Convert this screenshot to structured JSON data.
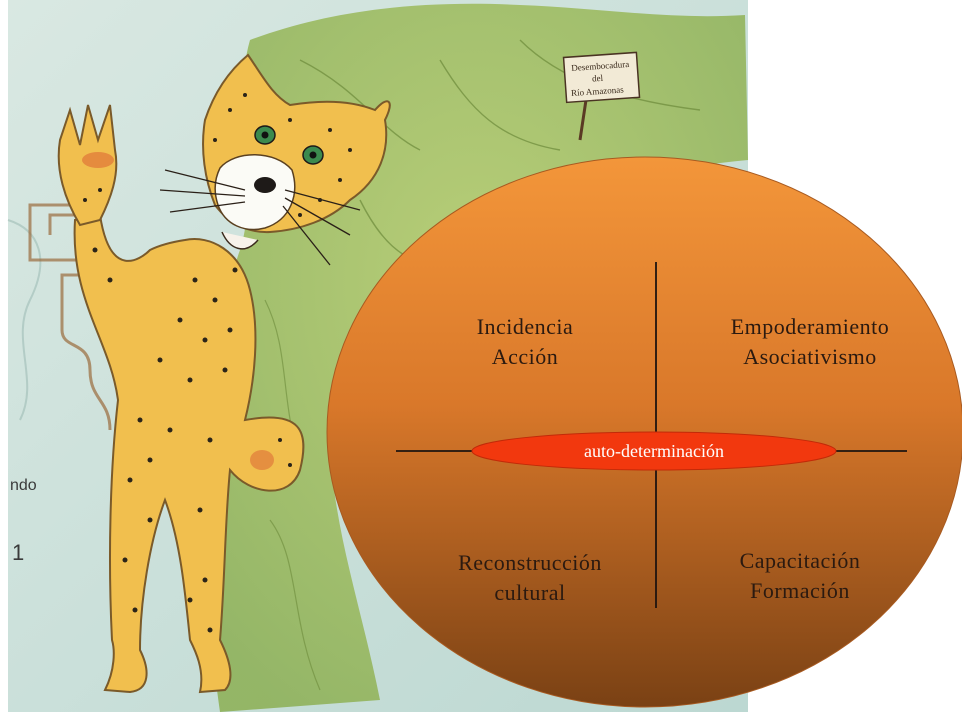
{
  "background": {
    "sign_text": [
      "Desembocadura",
      "del",
      "Río Amazonas"
    ],
    "map_label": "ndo",
    "map_number": "1"
  },
  "quadrants": {
    "top_left": [
      "Incidencia",
      "Acción"
    ],
    "top_right": [
      "Empoderamiento",
      "Asociativismo"
    ],
    "bottom_left": [
      "Reconstrucción",
      "cultural"
    ],
    "bottom_right": [
      "Capacitación",
      "Formación"
    ]
  },
  "center": "auto-determinación",
  "colors": {
    "circle_top": "#f3963a",
    "circle_bottom": "#7a4114",
    "center_ellipse": "#f2380e",
    "map_water": "#cfe3da",
    "map_land": "#a9c56a",
    "jaguar": "#f1bf4e",
    "spots": "#2b2419"
  }
}
